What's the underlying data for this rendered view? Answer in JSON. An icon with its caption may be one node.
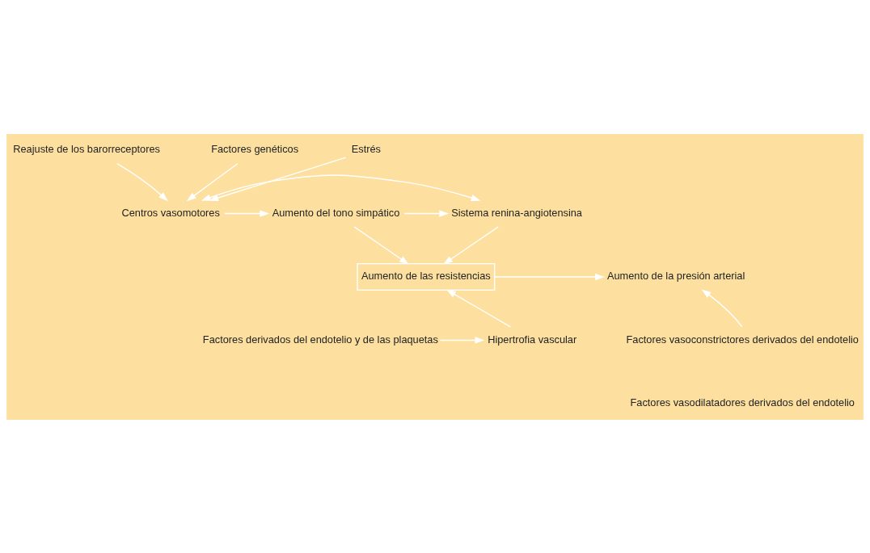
{
  "diagram": {
    "nodes": [
      {
        "text": [
          "Reajuste de los barorreceptores"
        ]
      },
      {
        "text": [
          "Factores genéticos"
        ]
      },
      {
        "text": [
          "Estrés"
        ]
      },
      {
        "text": [
          "Centros vasomotores"
        ]
      },
      {
        "text": [
          "Aumento del tono simpático"
        ]
      },
      {
        "text": [
          "Sistema renina-angiotensina"
        ]
      },
      {
        "text": [
          "Aumento de la presión arterial"
        ]
      },
      {
        "text": [
          "Aumento de las resistencias"
        ]
      },
      {
        "text": [
          "Factores vasoconstrictores derivados del endotelio"
        ]
      },
      {
        "text": [
          "Factores vasodilatadores derivados del endotelio"
        ]
      },
      {
        "text": [
          "Factores derivados del endotelio y de las plaquetas"
        ]
      },
      {
        "text": [
          "Hipertrofia vascular"
        ]
      }
    ],
    "edges": [
      {
        "from": 0,
        "to": 3,
        "arrow": "to"
      },
      {
        "from": 1,
        "to": 3,
        "arrow": "to"
      },
      {
        "from": 2,
        "to": 3,
        "arrow": "to"
      },
      {
        "from": 5,
        "to": 3,
        "arrow": "both"
      },
      {
        "from": 3,
        "to": 4,
        "arrow": "to"
      },
      {
        "from": 4,
        "to": 5,
        "arrow": "to"
      },
      {
        "from": 4,
        "to": 7,
        "arrow": "to"
      },
      {
        "from": 5,
        "to": 7,
        "arrow": "to"
      },
      {
        "from": 7,
        "to": 6,
        "arrow": "to"
      },
      {
        "from": 8,
        "to": 6,
        "arrow": "to"
      },
      {
        "from": 10,
        "to": 11,
        "arrow": "to"
      },
      {
        "from": 11,
        "to": 7,
        "arrow": "to"
      }
    ]
  }
}
